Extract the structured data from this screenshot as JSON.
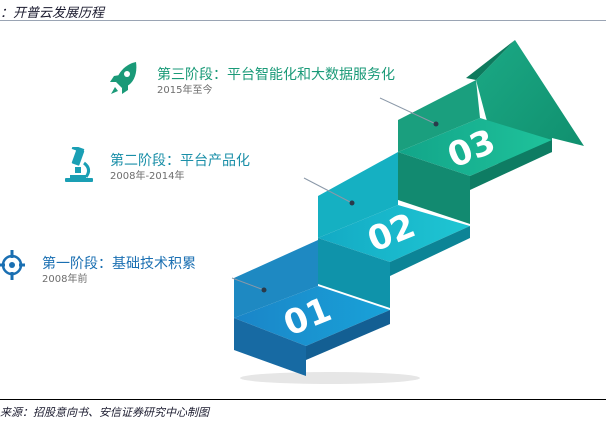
{
  "header": {
    "title": "：开普云发展历程"
  },
  "footer": {
    "source": "来源：招股意向书、安信证券研究中心制图"
  },
  "stages": [
    {
      "number": "01",
      "title": "第一阶段：基础技术积累",
      "period": "2008年前",
      "icon": "target-icon",
      "color": "#1a6fb2"
    },
    {
      "number": "02",
      "title": "第二阶段：平台产品化",
      "period": "2008年-2014年",
      "icon": "microscope-icon",
      "color": "#1a8fa8"
    },
    {
      "number": "03",
      "title": "第三阶段：平台智能化和大数据服务化",
      "period": "2015年至今",
      "icon": "rocket-icon",
      "color": "#1a9a78"
    }
  ]
}
